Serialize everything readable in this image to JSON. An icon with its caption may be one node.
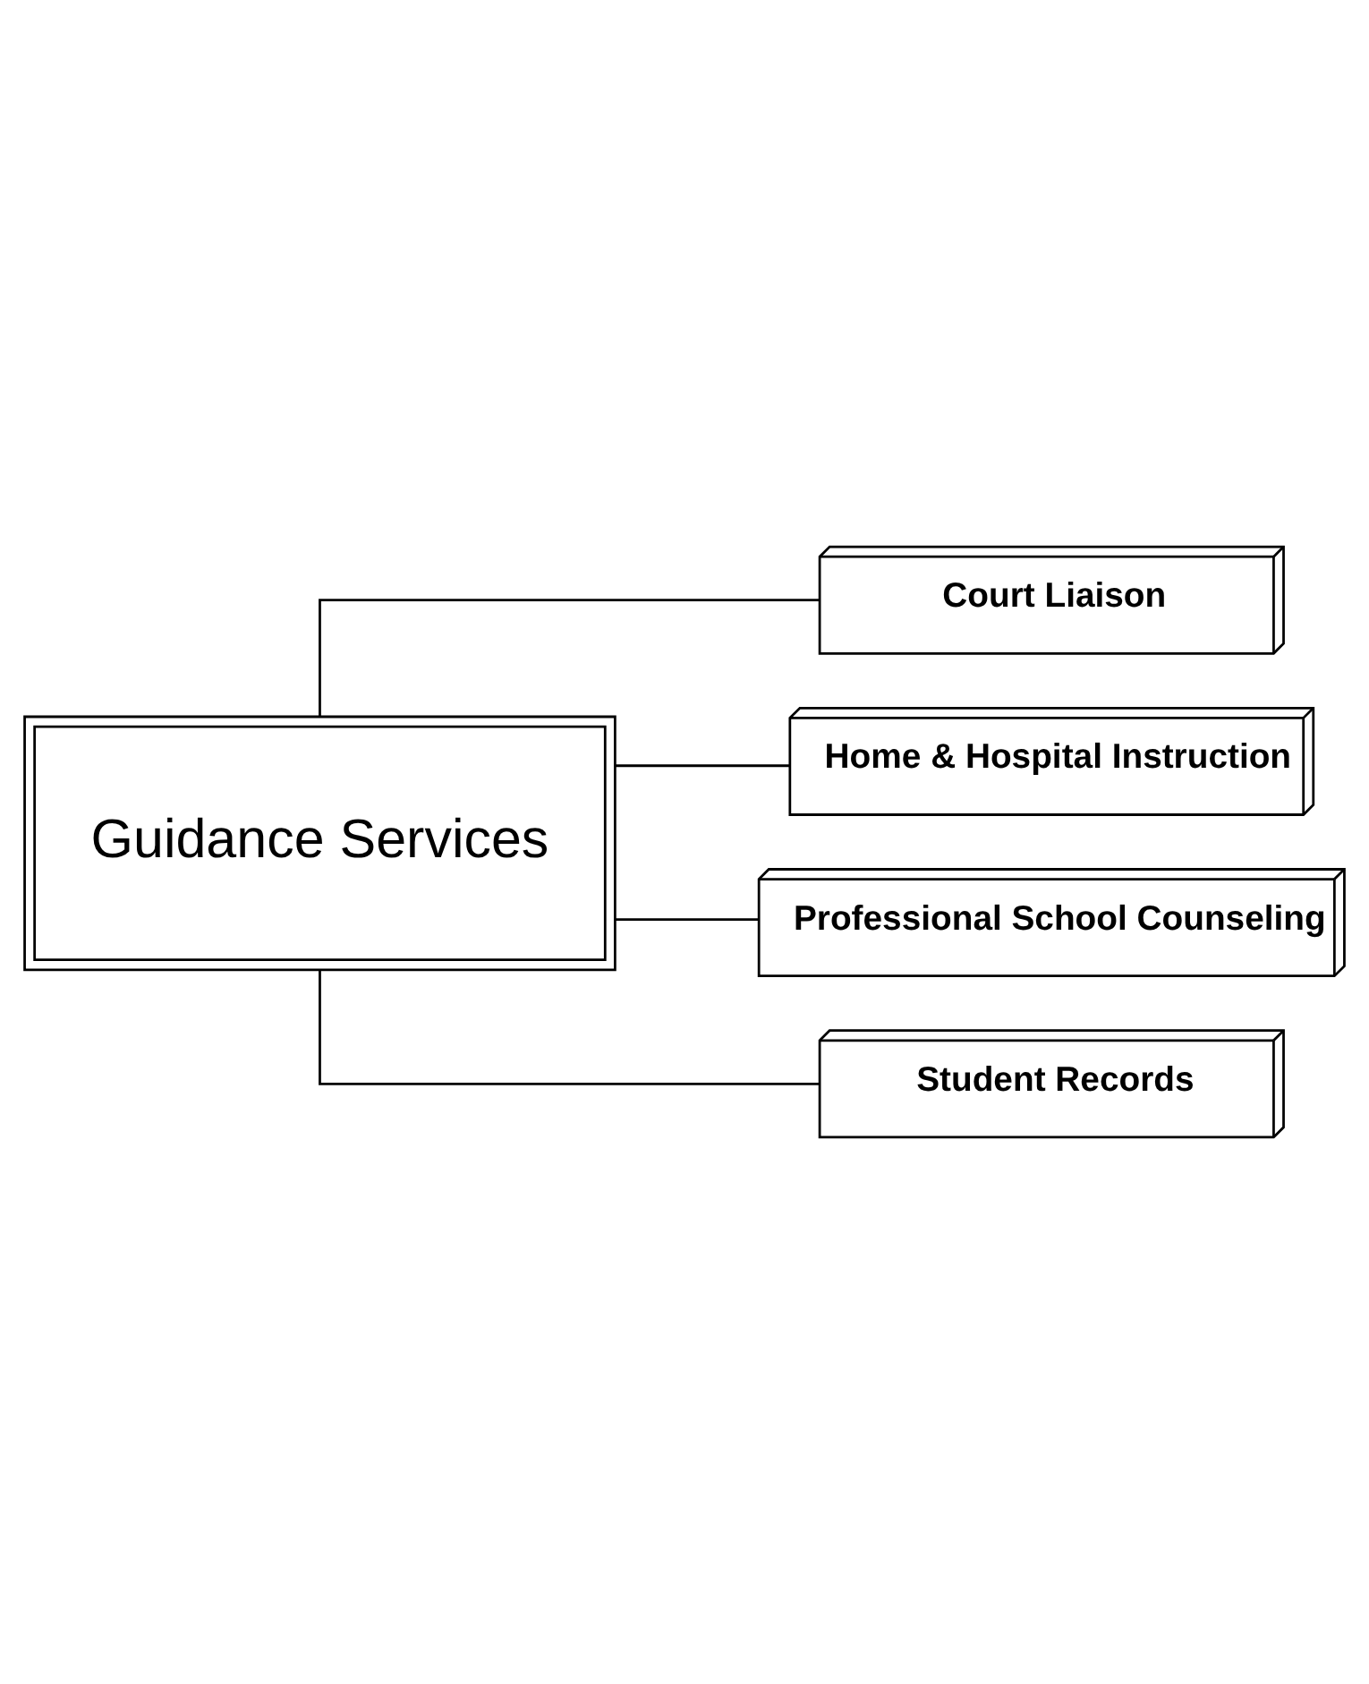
{
  "diagram": {
    "nodes": [
      {
        "text": [
          "Guidance Services"
        ]
      },
      {
        "text": [
          "Court Liaison"
        ]
      },
      {
        "text": [
          "Home & Hospital Instruction"
        ]
      },
      {
        "text": [
          "Professional School Counseling"
        ]
      },
      {
        "text": [
          "Student Records"
        ]
      }
    ],
    "edges": [
      {
        "from": 0,
        "to": 1,
        "arrow": "none"
      },
      {
        "from": 0,
        "to": 2,
        "arrow": "none"
      },
      {
        "from": 0,
        "to": 3,
        "arrow": "none"
      },
      {
        "from": 0,
        "to": 4,
        "arrow": "none"
      }
    ]
  }
}
